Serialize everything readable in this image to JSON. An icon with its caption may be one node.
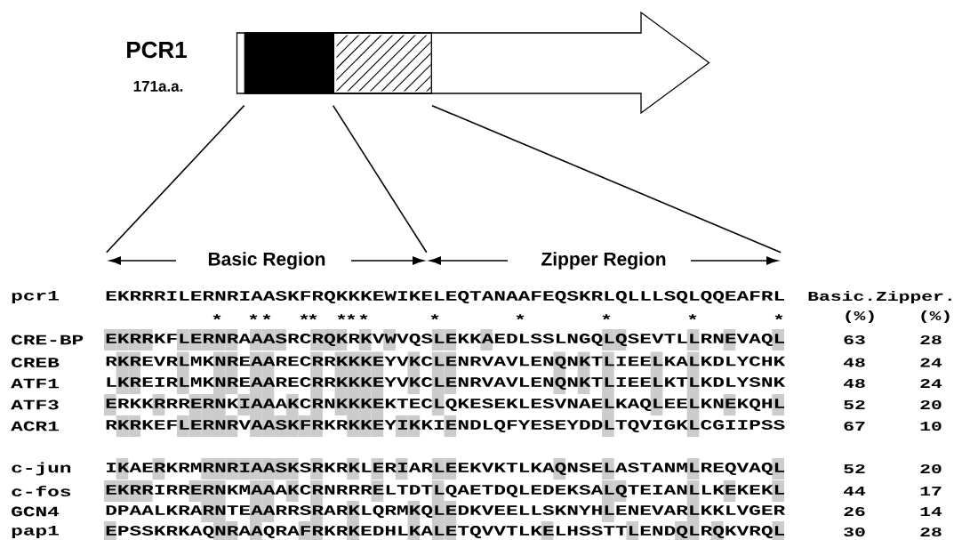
{
  "diagram": {
    "nodes": [
      {
        "text": [],
        "shape": "arrow",
        "beside": [
          "PCR1",
          "171a.a."
        ]
      },
      {
        "text": [],
        "shape": "box",
        "in": 0
      },
      {
        "text": [],
        "shape": "box",
        "in": 0
      },
      {
        "text": [
          "Basic Region"
        ]
      },
      {
        "text": [
          "Zipper Region"
        ]
      }
    ],
    "edges": [
      {
        "from": 1,
        "to": 3,
        "arrow": "none"
      },
      {
        "from": 2,
        "to": 4,
        "arrow": "none"
      },
      {
        "from": 2,
        "to": 4,
        "arrow": "none"
      }
    ],
    "labels": [
      "pcr1",
      "EKRRRILERNRIAASKFRQKKKEWIKELEQTANAAFEQSKRLQLLLSQLQQEAFRL",
      "Basic.Zipper.",
      "*",
      "*",
      "*",
      "*",
      "*",
      "*",
      "*",
      "*",
      "*",
      "*",
      "*",
      "*",
      "*",
      "(%)",
      "(%)",
      "CRE-BP",
      "EKRRKFLERNRAAASRCRQKRKVWVQSLEKKAEDLSSLNGQLQSEVTLLRNEVAQL",
      "63",
      "28",
      "CREB",
      "RKREVRLMKNREAARECRRKKKEYVKCLENRVAVLENQNKTLIEELKALKDLYCHK",
      "48",
      "24",
      "ATF1",
      "LKREIRLMKNREAARECRRKKKEYVKCLENRVAVLENQNKTLIEELKTLKDLYSNK",
      "48",
      "24",
      "ATF3",
      "ERKKRRRERNKIAAAKCRNKKKEKTECLQKESEKLESVNAELKAQLEELKNEKQHL",
      "52",
      "20",
      "ACR1",
      "RKRKEFLERNRVAASKFRKRKKEYIKKIENDLQFYESEYDDLTQVIGKLCGIIPSS",
      "67",
      "10",
      "c-jun",
      "IKAERKRMRNRIAASKSRKRKLERIARLEEKVKTLKAQNSELASTANMLREQVAQL",
      "52",
      "20",
      "c-fos",
      "EKRRIRRERNKMAAAKCRNRRRELTDTLQAETDQLEDEKSALQTEIANLLKEKEKL",
      "44",
      "17",
      "GCN4",
      "DPAALKRARNTEAARRSRARKLQRMKQLEDKVEELLSKNYHLENEVARLKKLVGER",
      "26",
      "14",
      "pap1",
      "EPSSKRKAQNRAAQRAFRKRKEDHLKALETQVVTLKELHSSTTLENDQLRQKVRQL",
      "30",
      "28"
    ]
  }
}
